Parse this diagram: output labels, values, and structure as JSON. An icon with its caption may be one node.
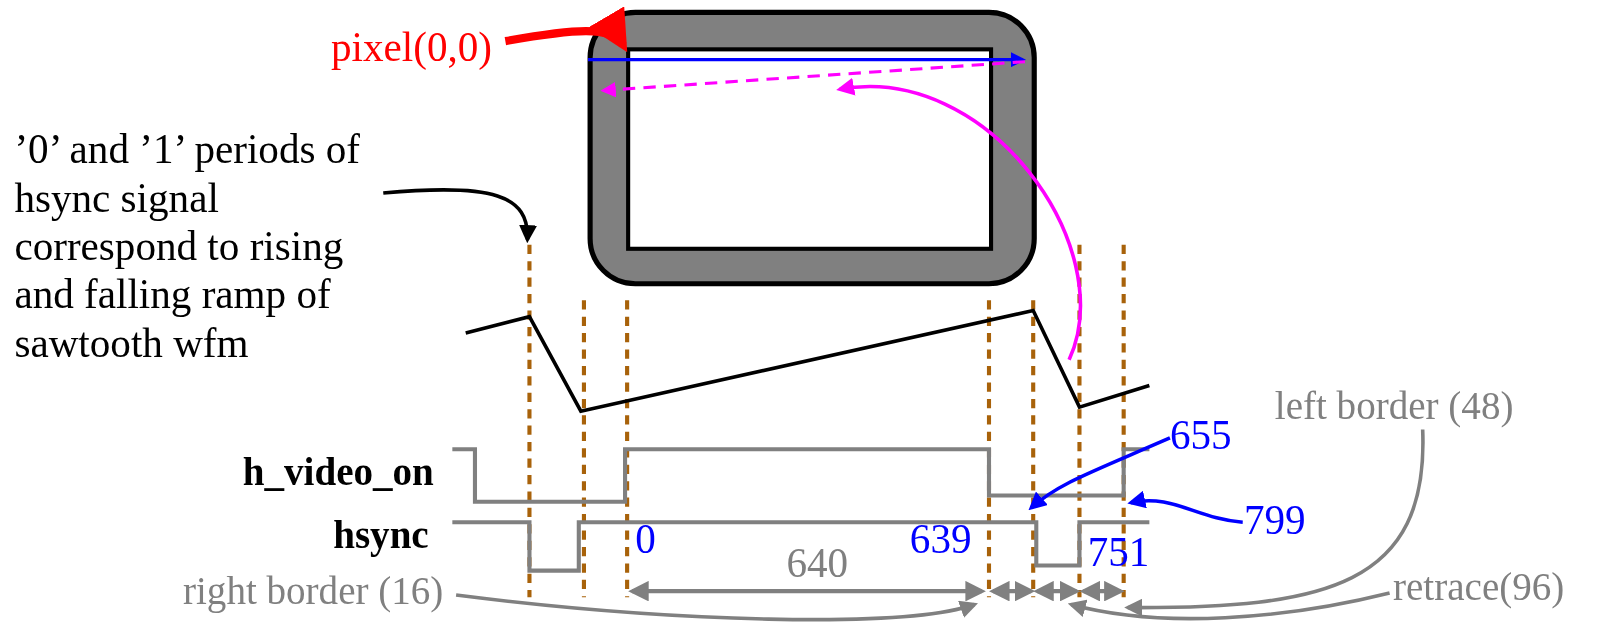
{
  "diagram": {
    "nodes": [
      {
        "text": [
          "pixel(0,0)"
        ]
      },
      {
        "text": [],
        "shape": "picture"
      },
      {
        "text": [
          "’0’ and ’1’ periods of hsync signal correspond to rising and falling ramp of sawtooth wfm"
        ]
      },
      {
        "text": [],
        "shape": "picture"
      },
      {
        "text": [
          "655"
        ]
      },
      {
        "text": [
          "799"
        ]
      },
      {
        "text": [
          "left border (48)"
        ]
      },
      {
        "text": [
          "right border (16)"
        ]
      },
      {
        "text": [
          "retrace(96)"
        ]
      }
    ],
    "edges": [
      {
        "from": 0,
        "to": 1,
        "arrow": "to",
        "style": "thick",
        "color": "#ff0000"
      },
      {
        "from": 2,
        "to": null,
        "arrow": "to",
        "color": "#000000"
      },
      {
        "from": 3,
        "to": 1,
        "arrow": "to",
        "color": "#ff00ff"
      },
      {
        "from": 4,
        "to": null,
        "arrow": "to",
        "color": "#0000ff"
      },
      {
        "from": 5,
        "to": null,
        "arrow": "to",
        "color": "#0000ff"
      },
      {
        "from": 6,
        "to": null,
        "arrow": "to"
      },
      {
        "from": 7,
        "to": null,
        "arrow": "to"
      },
      {
        "from": 8,
        "to": null,
        "arrow": "to"
      }
    ],
    "labels": [
      "h_video_on",
      "hsync",
      "0",
      "639",
      "751",
      "640"
    ]
  }
}
